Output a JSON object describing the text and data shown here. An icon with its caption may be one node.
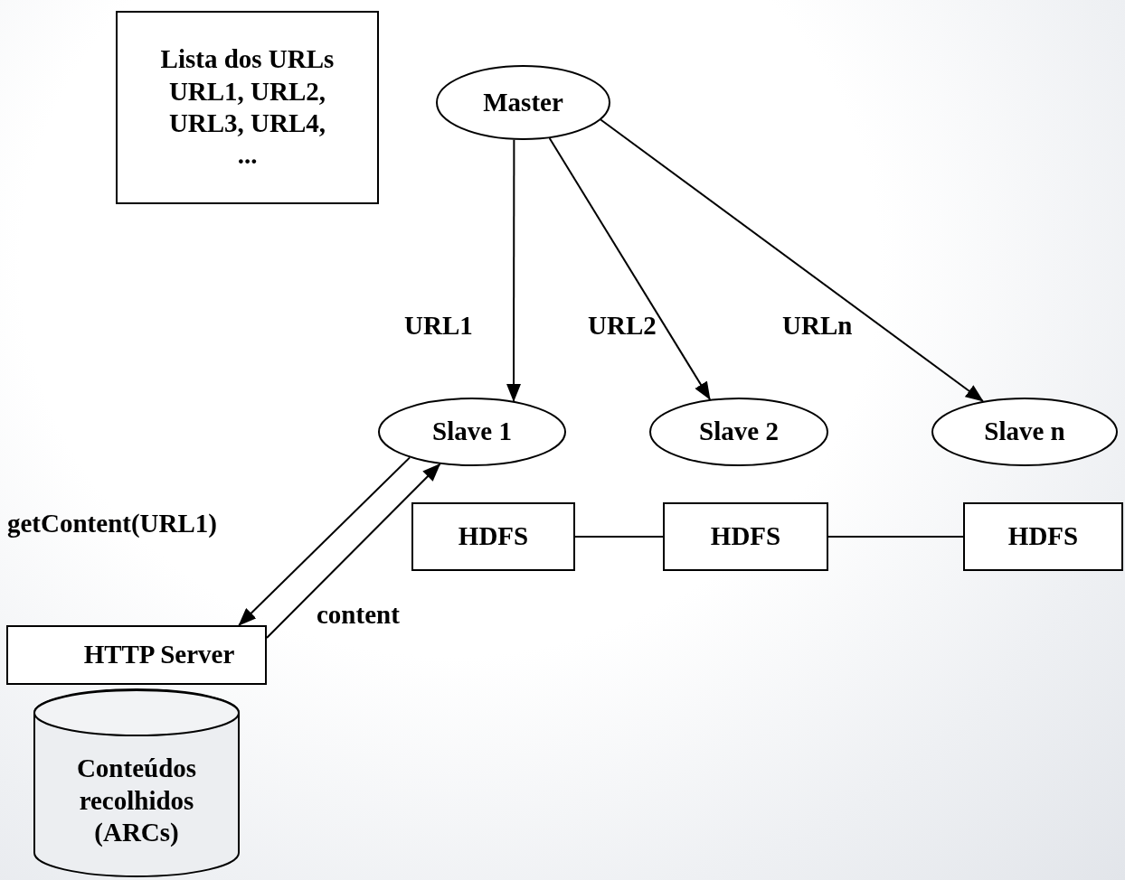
{
  "diagram": {
    "nodes": [
      {
        "text": [
          "Lista dos URLs URL1, URL2, URL3, URL4, ..."
        ]
      },
      {
        "text": [
          "Master"
        ]
      },
      {
        "text": [
          "Slave 1"
        ]
      },
      {
        "text": [
          "Slave 2"
        ]
      },
      {
        "text": [
          "Slave n"
        ]
      },
      {
        "text": [
          "HDFS"
        ]
      },
      {
        "text": [
          "HDFS"
        ]
      },
      {
        "text": [
          "HDFS"
        ]
      },
      {
        "text": [
          "HTTP Server"
        ]
      },
      {
        "text": [
          "Conteúdos recolhidos (ARCs)"
        ]
      }
    ],
    "edges": [
      {
        "from": 1,
        "to": 2,
        "arrow": "to",
        "label": "URL1"
      },
      {
        "from": 1,
        "to": 3,
        "arrow": "to",
        "label": "URL2"
      },
      {
        "from": 1,
        "to": 4,
        "arrow": "to",
        "label": "URLn"
      },
      {
        "from": 2,
        "to": 8,
        "arrow": "to",
        "label": "getContent(URL1)"
      },
      {
        "from": 8,
        "to": 2,
        "arrow": "to",
        "label": "content"
      },
      {
        "from": 5,
        "to": 6,
        "arrow": "none"
      },
      {
        "from": 6,
        "to": 7,
        "arrow": "none"
      }
    ]
  }
}
